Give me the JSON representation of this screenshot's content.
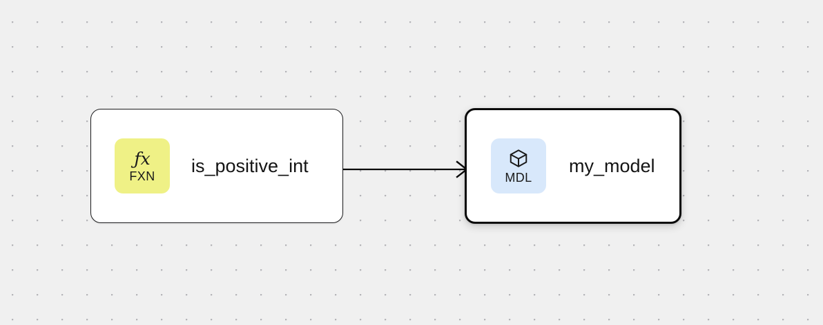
{
  "canvas": {
    "background_color": "#f0f0f0",
    "dot_color": "#b4b4b8",
    "dot_spacing": 36
  },
  "nodes": [
    {
      "id": "fxn",
      "title": "is_positive_int",
      "badge": {
        "glyph": "ƒx",
        "icon_name": "function-icon",
        "label": "FXN",
        "color": "#eff186"
      },
      "selected": false
    },
    {
      "id": "mdl",
      "title": "my_model",
      "badge": {
        "glyph": "",
        "icon_name": "cube-icon",
        "label": "MDL",
        "color": "#d8e8fb"
      },
      "selected": true
    }
  ],
  "edges": [
    {
      "id": "fxn-to-mdl",
      "from": "fxn",
      "to": "mdl",
      "color": "#0a0a0a",
      "arrowhead": "open-arrow"
    }
  ]
}
